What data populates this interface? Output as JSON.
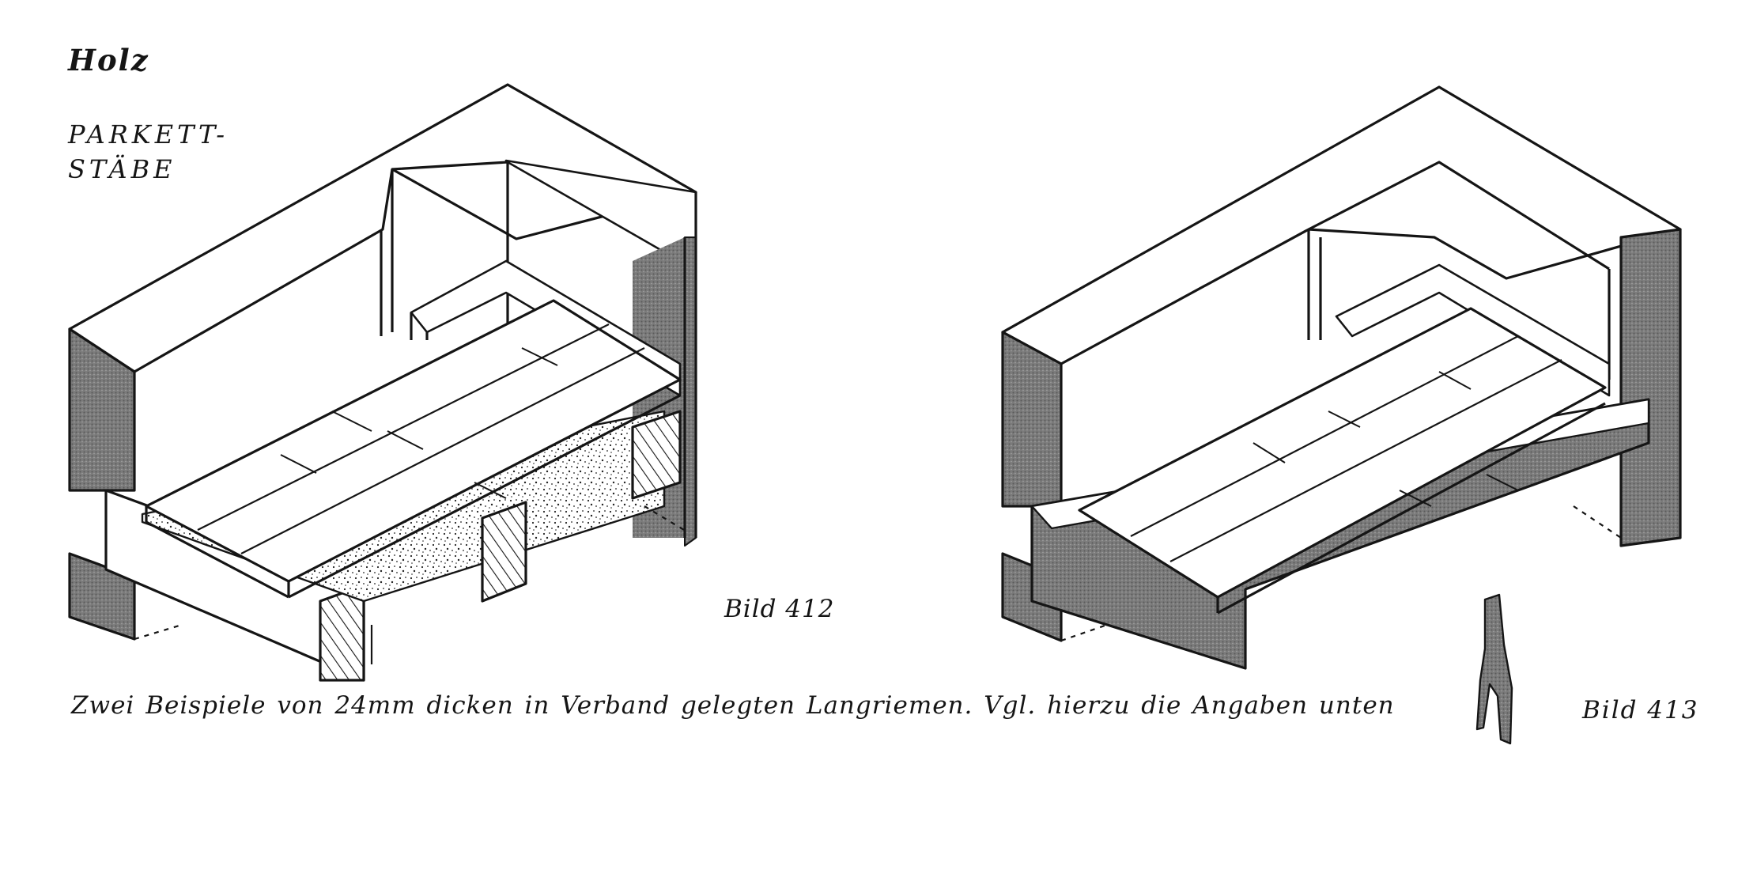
{
  "header": {
    "title": "Holz",
    "subtitle_line1": "PARKETT-",
    "subtitle_line2": "STÄBE"
  },
  "figures": [
    {
      "label": "Bild 412"
    },
    {
      "label": "Bild 413"
    }
  ],
  "caption": "Zwei Beispiele von 24mm dicken in Verband gelegten Langriemen. Vgl. hierzu die Angaben unten",
  "colors": {
    "ink": "#151515",
    "paper": "#ffffff",
    "wall_hatch": "#8a8a8a",
    "fill_stipple": "#2a2a2a"
  }
}
